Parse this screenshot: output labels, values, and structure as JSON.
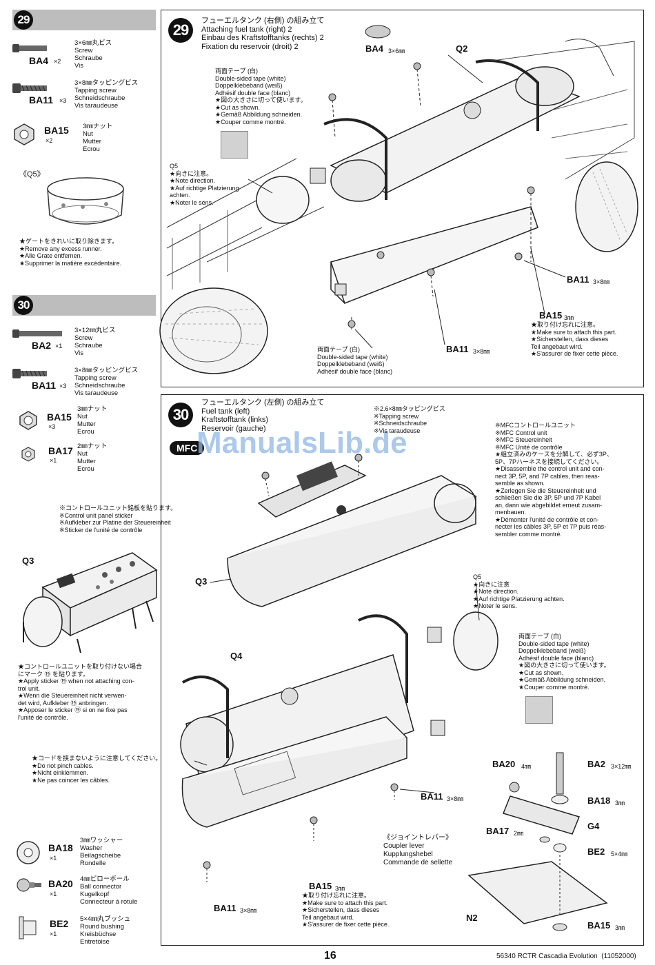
{
  "sidebar": {
    "step29": {
      "number": "29",
      "parts": [
        {
          "code": "BA4",
          "qty": "×2",
          "lines": "3×6㎜丸ビス\nScrew\nSchraube\nVis"
        },
        {
          "code": "BA11",
          "qty": "×3",
          "lines": "3×8㎜タッピングビス\nTapping screw\nSchneidschraube\nVis taraudeuse"
        },
        {
          "code": "BA15",
          "qty": "×2",
          "lines": "3㎜ナット\nNut\nMutter\nEcrou"
        }
      ],
      "q5_label": "《Q5》",
      "q5_note": "★ゲートをきれいに取り除きます。\n★Remove any excess runner.\n★Alle Grate entfernen.\n★Supprimer la matière excédentaire."
    },
    "step30": {
      "number": "30",
      "parts": [
        {
          "code": "BA2",
          "qty": "×1",
          "lines": "3×12㎜丸ビス\nScrew\nSchraube\nVis"
        },
        {
          "code": "BA11",
          "qty": "×3",
          "lines": "3×8㎜タッピングビス\nTapping screw\nSchneidschraube\nVis taraudeuse"
        },
        {
          "code": "BA15",
          "qty": "×3",
          "lines": "3㎜ナット\nNut\nMutter\nEcrou"
        },
        {
          "code": "BA17",
          "qty": "×1",
          "lines": "2㎜ナット\nNut\nMutter\nEcrou"
        }
      ],
      "sticker_note": "※コントロールユニット銘板を貼ります。\n※Control unit panel sticker\n※Aufkleber zur Platine der Steuereinheit\n※Sticker de l'unité de contrôle",
      "q3_label": "Q3",
      "no_unit_note": "★コントロールユニットを取り付けない場合\nにマーク ⑲ を貼ります。\n★Apply sticker ⑲ when not attaching con-\ntrol unit.\n★Wenn die Steuereinheit nicht verwen-\ndet wird, Aufkleber ⑲ anbringen.\n★Apposer le sticker ⑲ si on ne fixe pas\nl'unité de contrôle.",
      "extra_parts": [
        {
          "code": "BA18",
          "qty": "×1",
          "lines": "3㎜ワッシャー\nWasher\nBeilagscheibe\nRondelle"
        },
        {
          "code": "BA20",
          "qty": "×1",
          "lines": "4㎜ピローボール\nBall connector\nKugelkopf\nConnecteur à rotule"
        },
        {
          "code": "BE2",
          "qty": "×1",
          "lines": "5×4㎜丸ブッシュ\nRound bushing\nKreisbüchse\nEntretoise"
        }
      ]
    }
  },
  "panel29": {
    "number": "29",
    "title": "フューエルタンク (右側) の組み立て\nAttaching fuel tank (right) 2\nEinbau des Kraftstofftanks (rechts) 2\nFixation du reservoir (droit) 2",
    "tape_note": "両面テープ (白)\nDouble-sided tape (white)\nDoppelklebeband (weiß)\nAdhésif double face (blanc)\n★図の大きさに切って使います。\n★Cut as shown.\n★Gemäß Abbildung schneiden.\n★Couper comme montré.",
    "q5_note": "Q5\n★向きに注意。\n★Note direction.\n★Auf richtige Platzierung\nachten.\n★Noter le sens.",
    "ba4_label": "BA4",
    "ba4_size": "3×6㎜",
    "q2_label": "Q2",
    "ba11_right": "BA11",
    "ba11_right_size": "3×8㎜",
    "ba15_label": "BA15",
    "ba15_size": "3㎜",
    "ba15_note": "★取り付け忘れに注意。\n★Make sure to attach this part.\n★Sicherstellen, dass dieses\nTeil angebaut wird.\n★S'assurer de fixer cette pièce.",
    "ba11_bottom": "BA11",
    "ba11_bottom_size": "3×8㎜",
    "tape_bottom": "両面テープ (白)\nDouble-sided tape (white)\nDoppelklebeband (weiß)\nAdhésif double face (blanc)"
  },
  "panel30": {
    "number": "30",
    "title": "フューエルタンク (左側) の組み立て\nFuel tank (left)\nKraftstofftank (links)\nReservoir (gauche)",
    "mfc_badge": "MFC",
    "watermark": "ManualsLib.de",
    "screw_note": "※2.6×8㎜タッピングビス\n※Tapping screw\n※Schneidschraube\n※Vis taraudeuse",
    "mfc_note": "※MFCコントロールユニット\n※MFC Control unit\n※MFC Steuereinheit\n※MFC Unité de contrôle\n★組立済みのケースを分解して、必ず3P、\n5P、7Pハーネスを接続してください。\n★Disassemble the control unit and con-\nnect 3P, 5P, and 7P cables, then reas-\nsemble as shown.\n★Zerlegen Sie die Steuereinheit und\nschließen Sie die 3P, 5P und 7P Kabel\nan, dann wie abgebildet erneut zusam-\nmenbauen.\n★Démonter l'unité de contrôle et con-\nnecter les câbles 3P, 5P et 7P puis réas-\nsembler comme montré.",
    "q3_label": "Q3",
    "q5_note": "Q5\n★向きに注意\n★Note direction.\n★Auf richtige Platzierung achten.\n★Noter le sens.",
    "tape_note": "両面テープ (白)\nDouble-sided tape (white)\nDoppelklebeband (weiß)\nAdhésif double face (blanc)\n★図の大きさに切って使います。\n★Cut as shown.\n★Gemäß Abbildung schneiden.\n★Couper comme montré.",
    "q4_label": "Q4",
    "cable_note": "★コードを挟まないように注意してください。\n★Do not pinch cables.\n★Nicht einklemmen.\n★Ne pas coincer les câbles.",
    "ba11_mid": "BA11",
    "ba11_mid_size": "3×8㎜",
    "coupler_note": "《ジョイントレバー》\nCoupler lever\nKupplungshebel\nCommande de sellette",
    "ba15_label": "BA15",
    "ba15_size": "3㎜",
    "ba15_note": "★取り付け忘れに注意。\n★Make sure to attach this part.\n★Sicherstellen, dass dieses\nTeil angebaut wird.\n★S'assurer de fixer cette pièce.",
    "ba11_bottom": "BA11",
    "ba11_bottom_size": "3×8㎜",
    "lever_parts": [
      {
        "code": "BA20",
        "size": "4㎜"
      },
      {
        "code": "BA2",
        "size": "3×12㎜"
      },
      {
        "code": "BA18",
        "size": "3㎜"
      },
      {
        "code": "G4",
        "size": ""
      },
      {
        "code": "BA17",
        "size": "2㎜"
      },
      {
        "code": "BE2",
        "size": "5×4㎜"
      },
      {
        "code": "N2",
        "size": ""
      },
      {
        "code": "BA15",
        "size": "3㎜"
      }
    ]
  },
  "footer": {
    "page": "16",
    "code": "56340 RCTR Cascadia Evolution  (11052000)"
  }
}
